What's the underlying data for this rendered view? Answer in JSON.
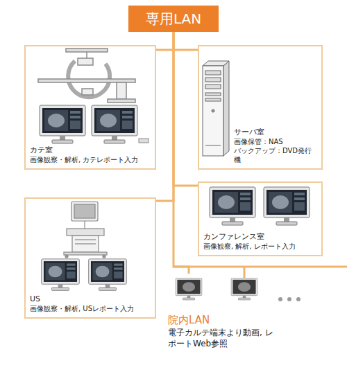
{
  "diagram": {
    "nodes": [
      {
        "text": [
          "専用LAN"
        ]
      },
      {
        "text": [
          "カテ室",
          "画像観察・解析, カテレポート入力"
        ]
      },
      {
        "text": [
          "サーバ室",
          "画像保管：NAS",
          "バックアップ：DVD発行機"
        ]
      },
      {
        "text": [
          "カンファレンス室",
          "画像観察, 解析, レポート入力"
        ]
      },
      {
        "text": [
          "US",
          "画像観察・解析, USレポート入力"
        ]
      },
      {
        "text": [
          "院内LAN",
          "電子カルテ端末より動画, レポートWeb参照"
        ]
      }
    ],
    "edges": [
      {
        "from": 0,
        "to": 1,
        "arrow": "none"
      },
      {
        "from": 0,
        "to": 2,
        "arrow": "none"
      },
      {
        "from": 0,
        "to": 3,
        "arrow": "none"
      },
      {
        "from": 0,
        "to": 4,
        "arrow": "none"
      },
      {
        "from": 0,
        "to": 5,
        "arrow": "none"
      }
    ]
  }
}
